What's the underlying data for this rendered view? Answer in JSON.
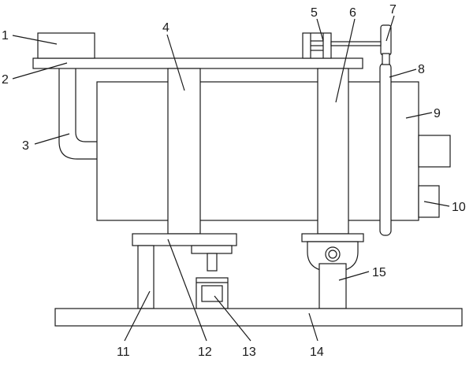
{
  "diagram": {
    "labels": {
      "l1": "1",
      "l2": "2",
      "l3": "3",
      "l4": "4",
      "l5": "5",
      "l6": "6",
      "l7": "7",
      "l8": "8",
      "l9": "9",
      "l10": "10",
      "l11": "11",
      "l12": "12",
      "l13": "13",
      "l14": "14",
      "l15": "15"
    },
    "colors": {
      "stroke": "#1a1a1a",
      "fill": "#ffffff",
      "background": "#ffffff"
    }
  }
}
